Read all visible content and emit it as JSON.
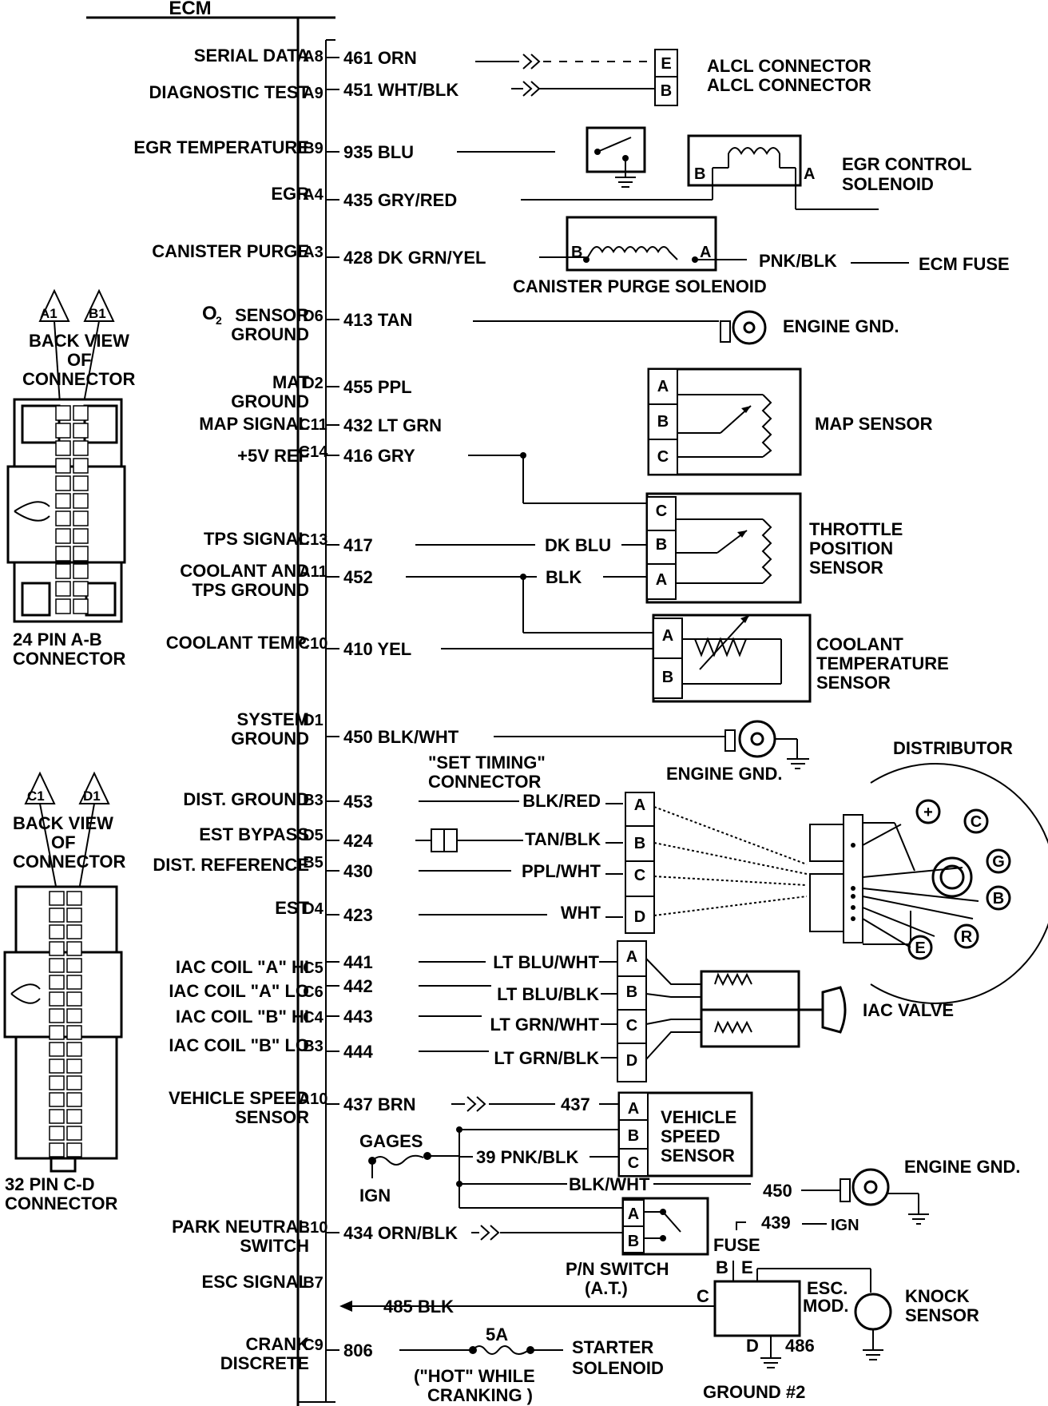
{
  "title": "ECM",
  "ecm_rows": [
    {
      "label": "SERIAL DATA",
      "pin": "A8",
      "wire": "461 ORN"
    },
    {
      "label": "DIAGNOSTIC TEST",
      "pin": "A9",
      "wire": "451 WHT/BLK"
    },
    {
      "label": "EGR TEMPERATURE",
      "pin": "B9",
      "wire": "935 BLU"
    },
    {
      "label": "EGR",
      "pin": "A4",
      "wire": "435 GRY/RED"
    },
    {
      "label": "CANISTER PURGE",
      "pin": "A3",
      "wire": "428 DK GRN/YEL"
    },
    {
      "label": "SENSOR",
      "pin": "D6",
      "wire": "413 TAN"
    },
    {
      "label": "GROUND",
      "pin": "",
      "wire": ""
    },
    {
      "label": "MAT",
      "pin": "D2",
      "wire": "455 PPL"
    },
    {
      "label": "GROUND",
      "pin": "",
      "wire": ""
    },
    {
      "label": "MAP SIGNAL",
      "pin": "C11",
      "wire": "432 LT GRN"
    },
    {
      "label": "+5V REF",
      "pin": "C14",
      "wire": "416 GRY"
    },
    {
      "label": "TPS SIGNAL",
      "pin": "C13",
      "wire": "417"
    },
    {
      "label": "COOLANT AND",
      "pin": "A11",
      "wire": "452"
    },
    {
      "label": "TPS GROUND",
      "pin": "",
      "wire": ""
    },
    {
      "label": "COOLANT TEMP.",
      "pin": "C10",
      "wire": "410 YEL"
    },
    {
      "label": "SYSTEM",
      "pin": "D1",
      "wire": "450 BLK/WHT"
    },
    {
      "label": "GROUND",
      "pin": "",
      "wire": ""
    },
    {
      "label": "DIST. GROUND",
      "pin": "B3",
      "wire": "453"
    },
    {
      "label": "EST BYPASS",
      "pin": "D5",
      "wire": "424"
    },
    {
      "label": "DIST. REFERENCE",
      "pin": "B5",
      "wire": "430"
    },
    {
      "label": "EST",
      "pin": "D4",
      "wire": "423"
    },
    {
      "label": "IAC COIL \"A\" HI",
      "pin": "C5",
      "wire": "441"
    },
    {
      "label": "IAC COIL \"A\" LO",
      "pin": "C6",
      "wire": "442"
    },
    {
      "label": "IAC COIL \"B\" HI",
      "pin": "C4",
      "wire": "443"
    },
    {
      "label": "IAC COIL \"B\" LO",
      "pin": "B3",
      "wire": "444"
    },
    {
      "label": "VEHICLE SPEED",
      "pin": "A10",
      "wire": "437 BRN"
    },
    {
      "label": "SENSOR",
      "pin": "",
      "wire": ""
    },
    {
      "label": "PARK NEUTRAL",
      "pin": "B10",
      "wire": "434 ORN/BLK"
    },
    {
      "label": "SWITCH",
      "pin": "",
      "wire": ""
    },
    {
      "label": "ESC SIGNAL",
      "pin": "B7",
      "wire": ""
    },
    {
      "label": "CRANK",
      "pin": "C9",
      "wire": "806"
    },
    {
      "label": "DISCRETE",
      "pin": "",
      "wire": ""
    }
  ],
  "o2_prefix": "O",
  "o2_sub": "2",
  "ext_wire_485": "485 BLK",
  "alcl": {
    "label_e": "ALCL CONNECTOR",
    "label_b": "ALCL CONNECTOR",
    "pin_e": "E",
    "pin_b": "B"
  },
  "egr_solenoid": {
    "title1": "EGR CONTROL",
    "title2": "SOLENOID",
    "pin_b": "B",
    "pin_a": "A"
  },
  "canister": {
    "label": "CANISTER PURGE SOLENOID",
    "pin_b": "B",
    "pin_a": "A",
    "out_wire": "PNK/BLK",
    "fuse": "ECM FUSE"
  },
  "engine_gnd": "ENGINE GND.",
  "map_sensor": {
    "label": "MAP SENSOR",
    "pins": [
      "A",
      "B",
      "C"
    ]
  },
  "tps": {
    "l1": "THROTTLE",
    "l2": "POSITION",
    "l3": "SENSOR",
    "pins": [
      "C",
      "B",
      "A"
    ],
    "wire_b": "DK BLU",
    "wire_a": "BLK"
  },
  "coolant": {
    "l1": "COOLANT",
    "l2": "TEMPERATURE",
    "l3": "SENSOR",
    "pins": [
      "A",
      "B"
    ]
  },
  "distributor": {
    "label": "DISTRIBUTOR",
    "set_timing_1": "\"SET TIMING\"",
    "set_timing_2": "CONNECTOR",
    "wires": [
      "BLK/RED",
      "TAN/BLK",
      "PPL/WHT",
      "WHT"
    ],
    "pins": [
      "A",
      "B",
      "C",
      "D"
    ],
    "terminals": [
      "+",
      "C",
      "G",
      "B",
      "R",
      "E"
    ]
  },
  "iac": {
    "label": "IAC VALVE",
    "wires": [
      "LT BLU/WHT",
      "LT BLU/BLK",
      "LT GRN/WHT",
      "LT GRN/BLK"
    ],
    "pins": [
      "A",
      "B",
      "C",
      "D"
    ]
  },
  "vss": {
    "wire_out": "437",
    "l1": "VEHICLE",
    "l2": "SPEED",
    "l3": "SENSOR",
    "pins": [
      "A",
      "B",
      "C"
    ],
    "gages": "GAGES",
    "ign": "IGN",
    "wire_c": "39 PNK/BLK",
    "wire_gnd": "BLK/WHT",
    "wire_450": "450"
  },
  "pn_switch": {
    "pins": [
      "A",
      "B"
    ],
    "l1": "P/N SWITCH",
    "l2": "(A.T.)",
    "fuse": "FUSE",
    "wire_439": "439",
    "ign": "IGN"
  },
  "esc": {
    "l1": "ESC.",
    "l2": "MOD.",
    "pin_b": "B",
    "pin_e": "E",
    "pin_c": "C",
    "pin_d": "D",
    "wire_486": "486",
    "ground": "GROUND #2",
    "knock1": "KNOCK",
    "knock2": "SENSOR"
  },
  "crank": {
    "fuse": "5A",
    "hot1": "(\"HOT\" WHILE",
    "hot2": "CRANKING )",
    "starter1": "STARTER",
    "starter2": "SOLENOID"
  },
  "connector_ab": {
    "pin1": "A1",
    "pin2": "B1",
    "v1": "BACK VIEW",
    "v2": "OF",
    "v3": "CONNECTOR",
    "cap1": "24 PIN A-B",
    "cap2": "CONNECTOR"
  },
  "connector_cd": {
    "pin1": "C1",
    "pin2": "D1",
    "v1": "BACK VIEW",
    "v2": "OF",
    "v3": "CONNECTOR",
    "cap1": "32 PIN C-D",
    "cap2": "CONNECTOR"
  }
}
